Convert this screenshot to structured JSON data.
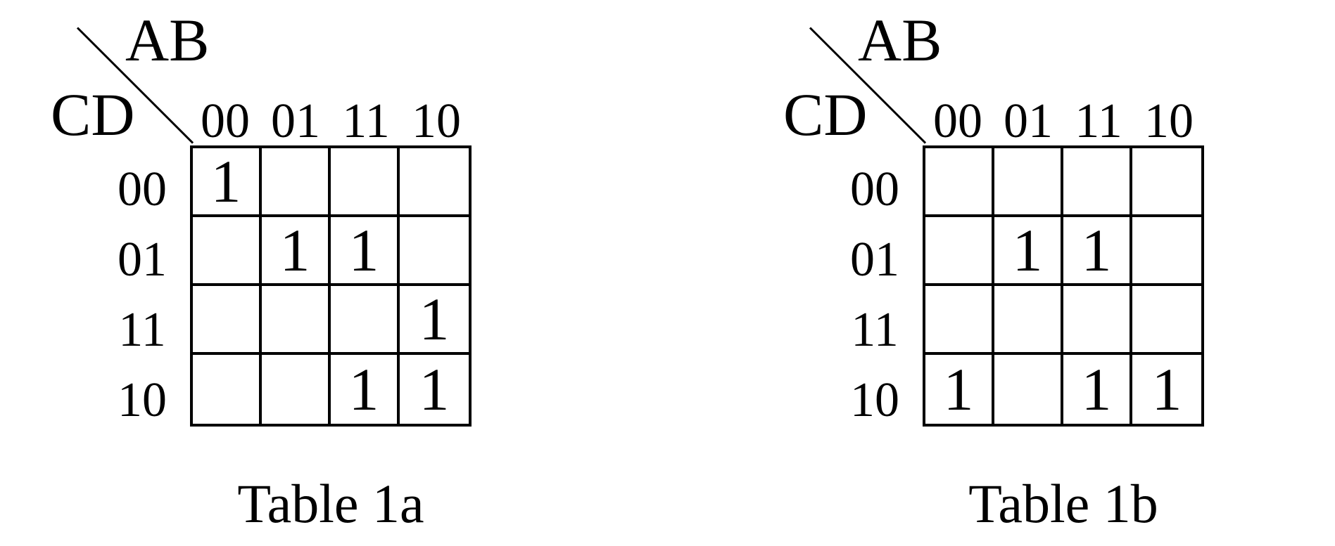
{
  "kmaps": [
    {
      "column_variables": "AB",
      "row_variables": "CD",
      "column_labels": [
        "00",
        "01",
        "11",
        "10"
      ],
      "row_labels": [
        "00",
        "01",
        "11",
        "10"
      ],
      "cells": [
        [
          "1",
          "",
          "",
          ""
        ],
        [
          "",
          "1",
          "1",
          ""
        ],
        [
          "",
          "",
          "",
          "1"
        ],
        [
          "",
          "",
          "1",
          "1"
        ]
      ],
      "caption": "Table 1a"
    },
    {
      "column_variables": "AB",
      "row_variables": "CD",
      "column_labels": [
        "00",
        "01",
        "11",
        "10"
      ],
      "row_labels": [
        "00",
        "01",
        "11",
        "10"
      ],
      "cells": [
        [
          "",
          "",
          "",
          ""
        ],
        [
          "",
          "1",
          "1",
          ""
        ],
        [
          "",
          "",
          "",
          ""
        ],
        [
          "1",
          "",
          "1",
          "1"
        ]
      ],
      "caption": "Table 1b"
    }
  ]
}
